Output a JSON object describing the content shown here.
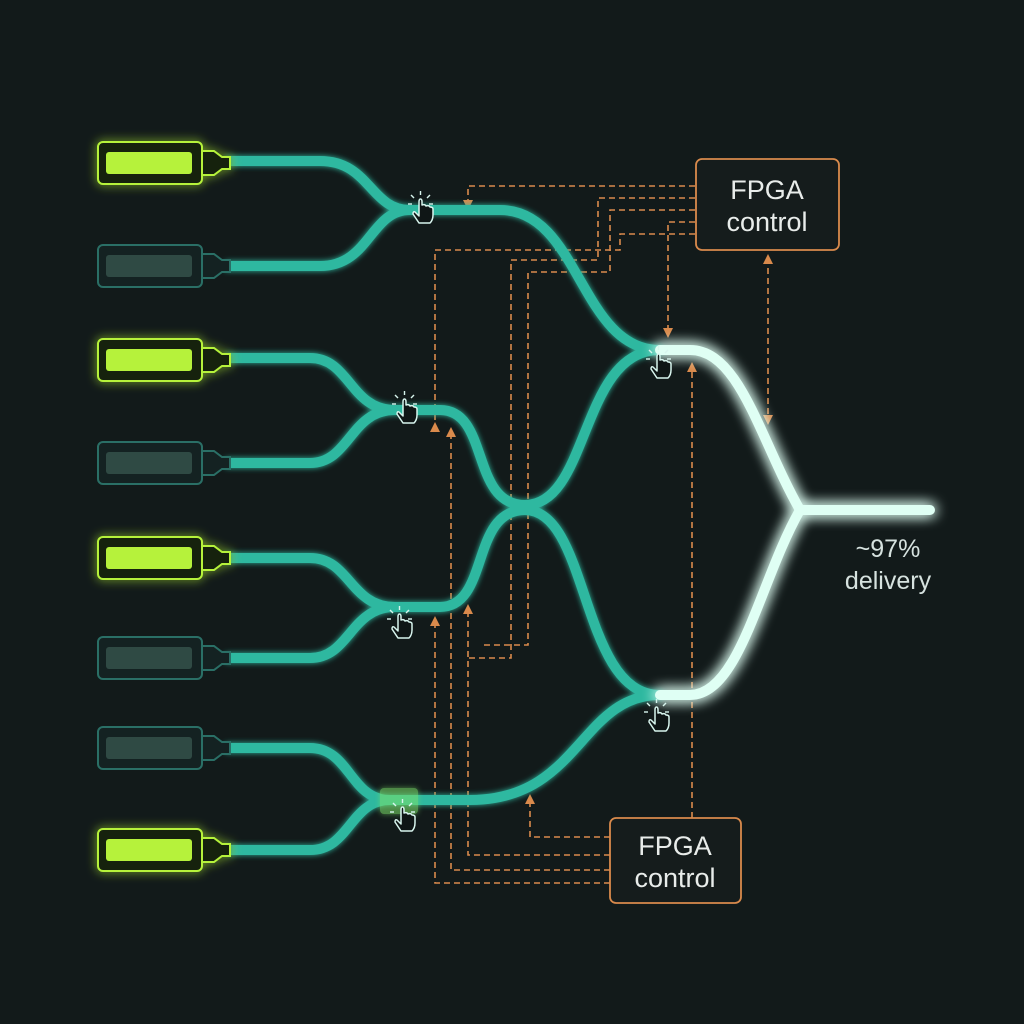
{
  "colors": {
    "background": "#121a1a",
    "waveguide": "#2fb8a0",
    "output_glow": "#dffff4",
    "source_on": "#b6f23a",
    "source_off": "#2f4a44",
    "control_line": "#d98a4c"
  },
  "sources": [
    {
      "state": "on"
    },
    {
      "state": "off"
    },
    {
      "state": "on"
    },
    {
      "state": "off"
    },
    {
      "state": "on"
    },
    {
      "state": "off"
    },
    {
      "state": "off"
    },
    {
      "state": "on"
    }
  ],
  "switch_icon": "pointer-hand-icon",
  "controllers": {
    "top": {
      "line1": "FPGA",
      "line2": "control"
    },
    "bottom": {
      "line1": "FPGA",
      "line2": "control"
    }
  },
  "output": {
    "line1": "~97%",
    "line2": "delivery"
  }
}
